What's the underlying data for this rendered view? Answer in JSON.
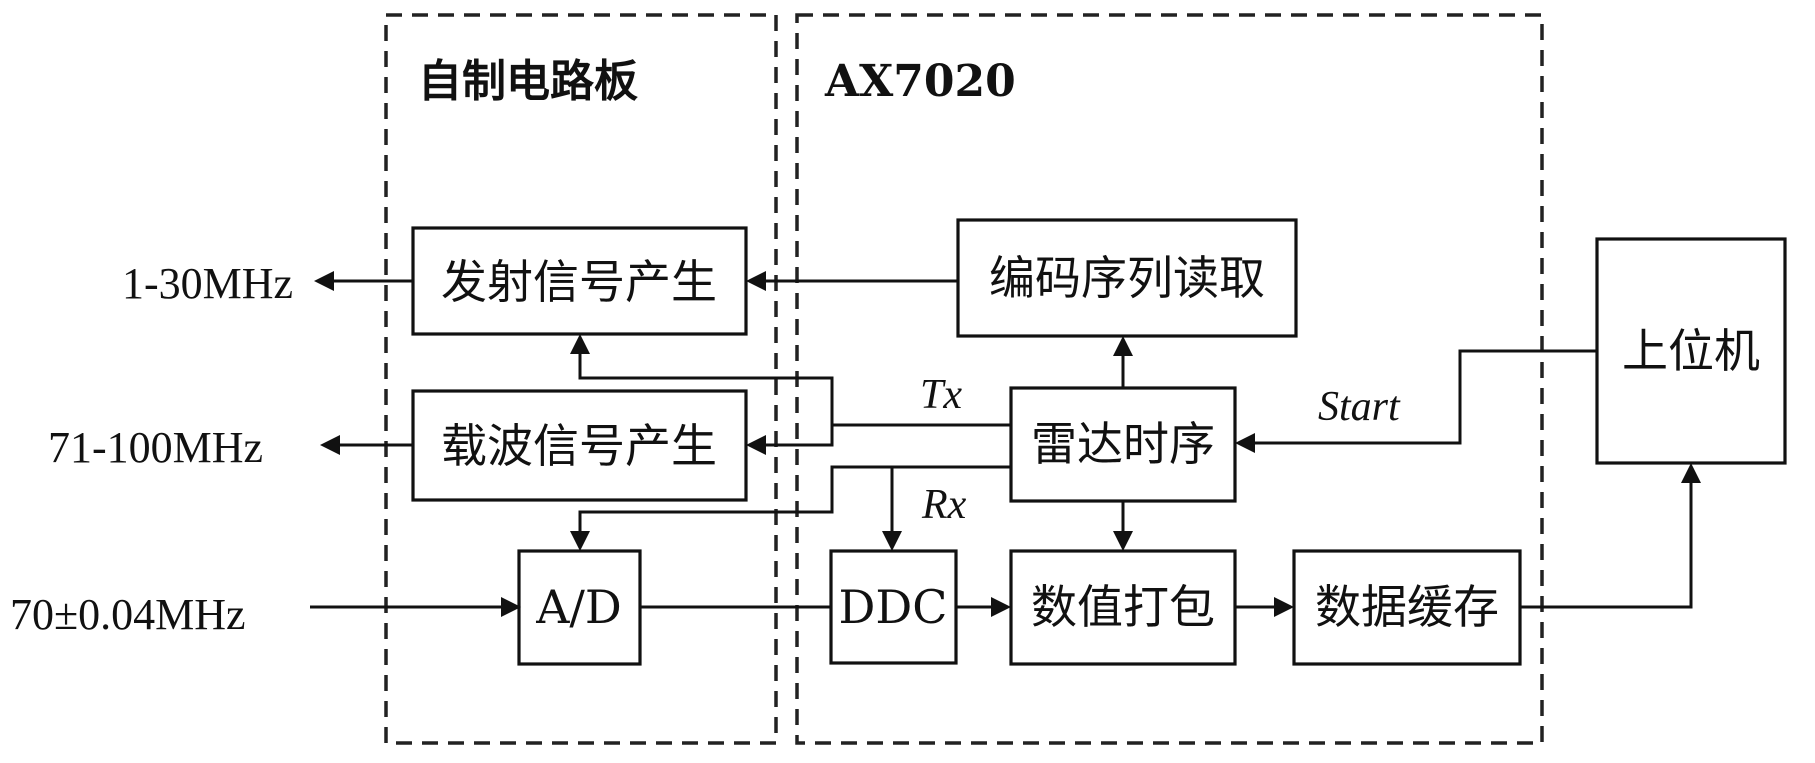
{
  "containers": {
    "pcb": {
      "title": "自制电路板"
    },
    "fpga": {
      "title": "AX7020"
    }
  },
  "blocks": {
    "tx_gen": "发射信号产生",
    "carrier_gen": "载波信号产生",
    "adc": "A/D",
    "code_read": "编码序列读取",
    "radar_timing": "雷达时序",
    "ddc": "DDC",
    "packing": "数值打包",
    "buffer": "数据缓存",
    "host": "上位机"
  },
  "frequencies": {
    "tx_out": "1-30MHz",
    "carrier_out": "71-100MHz",
    "if_in": "70±0.04MHz"
  },
  "signals": {
    "tx": "Tx",
    "rx": "Rx",
    "start": "Start"
  }
}
